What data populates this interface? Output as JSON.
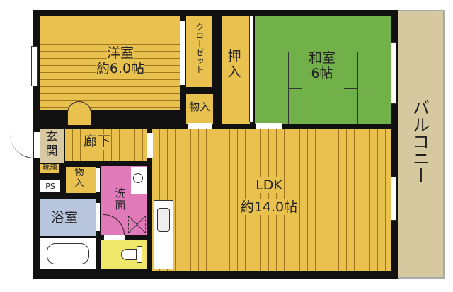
{
  "rooms": {
    "western_room": {
      "name": "洋室",
      "size": "約6.0帖"
    },
    "closet": "クローゼット",
    "storage_top": "物入",
    "oshiire": "押入",
    "japanese_room": {
      "name": "和室",
      "size": "6帖"
    },
    "balcony": "バルコニー",
    "ldk": {
      "name": "LDK",
      "size": "約14.0帖"
    },
    "hallway": "廊下",
    "entrance": "玄関",
    "shoe_box": "靴箱",
    "ps": "PS",
    "storage_small": "物入",
    "washroom": "洗面",
    "bathroom": "浴室"
  },
  "colors": {
    "wood": "#e9c14f",
    "tatami": "#72b04a",
    "balcony": "#d6c9a0",
    "washroom": "#e07ab8",
    "bathroom": "#b7c6dd",
    "toilet": "#efe86a",
    "entrance": "#d8c9a2"
  }
}
